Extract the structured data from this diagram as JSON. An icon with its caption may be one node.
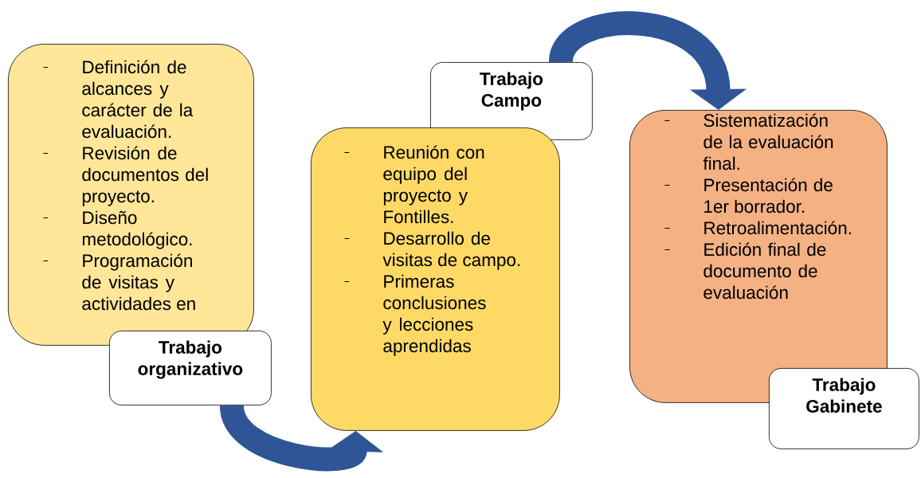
{
  "diagram": {
    "nodes": [
      {
        "text": [
          "Definición de alcances y carácter de la evaluación.",
          "Revisión de documentos del proyecto.",
          "Diseño metodológico.",
          "Programación de visitas y actividades en"
        ]
      },
      {
        "text": [
          "Trabajo organizativo"
        ]
      },
      {
        "text": [
          "Trabajo Campo"
        ]
      },
      {
        "text": [
          "Reunión con equipo del proyecto y Fontilles.",
          "Desarrollo de visitas de campo.",
          "Primeras conclusiones y lecciones aprendidas"
        ]
      },
      {
        "text": [
          "Sistematización de la evaluación final.",
          "Presentación de 1er borrador.",
          "Retroalimentación.",
          "Edición final de documento de evaluación"
        ]
      },
      {
        "text": [
          "Trabajo Gabinete"
        ]
      }
    ],
    "edges": [
      {
        "from": 1,
        "to": 3,
        "arrow": "to"
      },
      {
        "from": 2,
        "to": 4,
        "arrow": "to"
      }
    ]
  }
}
